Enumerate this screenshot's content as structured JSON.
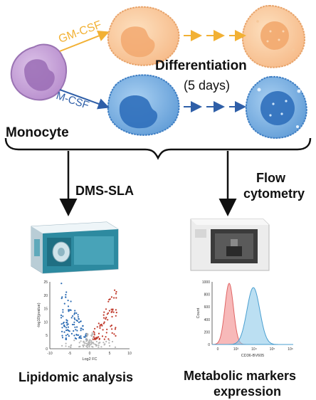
{
  "cells": {
    "monocyte_label": "Monocyte",
    "gmcsf_label": "GM-CSF",
    "mcsf_label": "M-CSF",
    "differentiation_label": "Differentiation",
    "days_label": "(5 days)"
  },
  "methods": {
    "dms_sla_label": "DMS-SLA",
    "flow_label_line1": "Flow",
    "flow_label_line2": "cytometry"
  },
  "outputs": {
    "lipidomic_label": "Lipidomic analysis",
    "metabolic_line1": "Metabolic markers",
    "metabolic_line2": "expression"
  },
  "volcano": {
    "xlabel": "Log2 FC",
    "ylabel": "-log10(pvalue)",
    "x_ticks": [
      "-10",
      "-5",
      "0",
      "5",
      "10"
    ],
    "y_ticks": [
      "0",
      "5",
      "10",
      "15",
      "20",
      "25"
    ]
  },
  "histogram": {
    "xlabel": "CD36-BV605",
    "ylabel": "Count",
    "x_ticks": [
      "0",
      "10³",
      "10⁴",
      "10⁵",
      "10⁶"
    ],
    "y_ticks": [
      "0",
      "200",
      "400",
      "600",
      "800",
      "1000"
    ]
  },
  "colors": {
    "gmcsf": "#f2b134",
    "mcsf": "#2f5fa8",
    "monocyte_fill": "#c9a6d8",
    "monocyte_nucleus": "#9a6cb5",
    "orange_cell": "#f9c996",
    "orange_nucleus": "#f2a86e",
    "blue_cell": "#7fb3e3",
    "blue_nucleus": "#2f6fbb",
    "volcano_up": "#c0392b",
    "volcano_down": "#2e6db4",
    "volcano_ns": "#b5b5b5",
    "hist_red": "#f28b8b",
    "hist_blue": "#8ec9ea"
  },
  "icons": [
    "monocyte-cell-icon",
    "mass-spectrometer-icon",
    "flow-cytometer-icon"
  ]
}
